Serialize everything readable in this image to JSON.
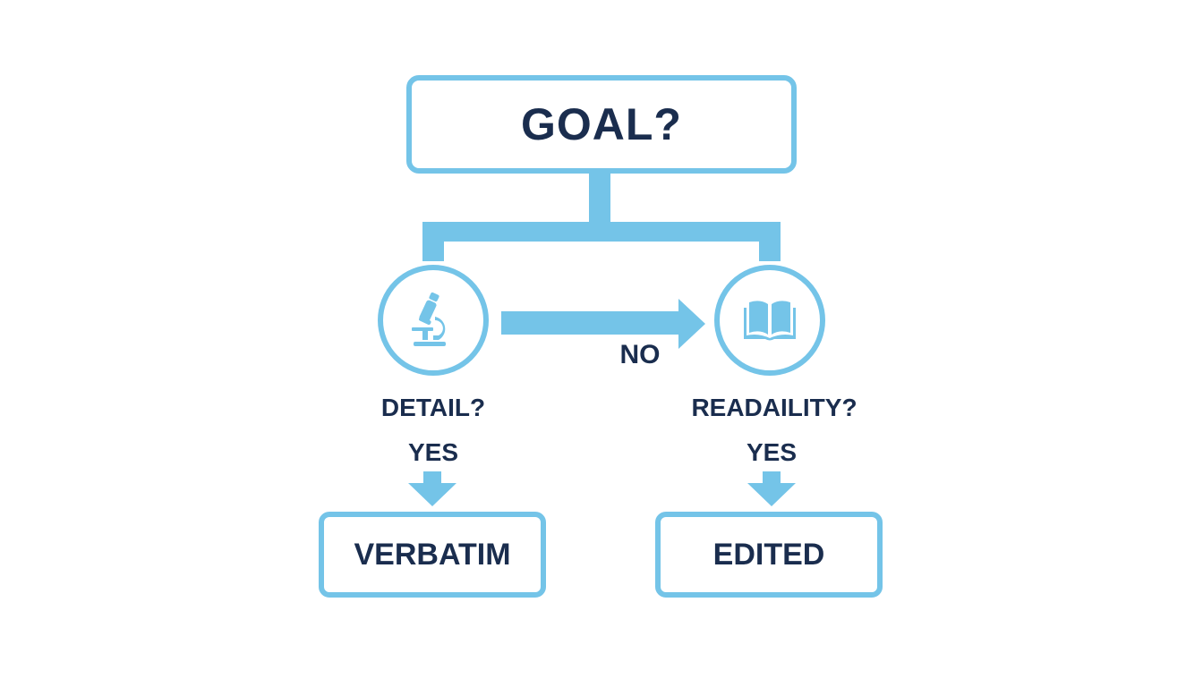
{
  "diagram": {
    "title": "GOAL?",
    "left_branch": {
      "icon": "microscope-icon",
      "question": "DETAIL?",
      "answer": "YES",
      "result": "VERBATIM"
    },
    "right_branch": {
      "icon": "open-book-icon",
      "question": "READAILITY?",
      "answer": "YES",
      "result": "EDITED"
    },
    "cross_arrow_label": "NO"
  },
  "colors": {
    "accent": "#74c4e8",
    "text": "#1a2d4e",
    "background": "#ffffff"
  }
}
